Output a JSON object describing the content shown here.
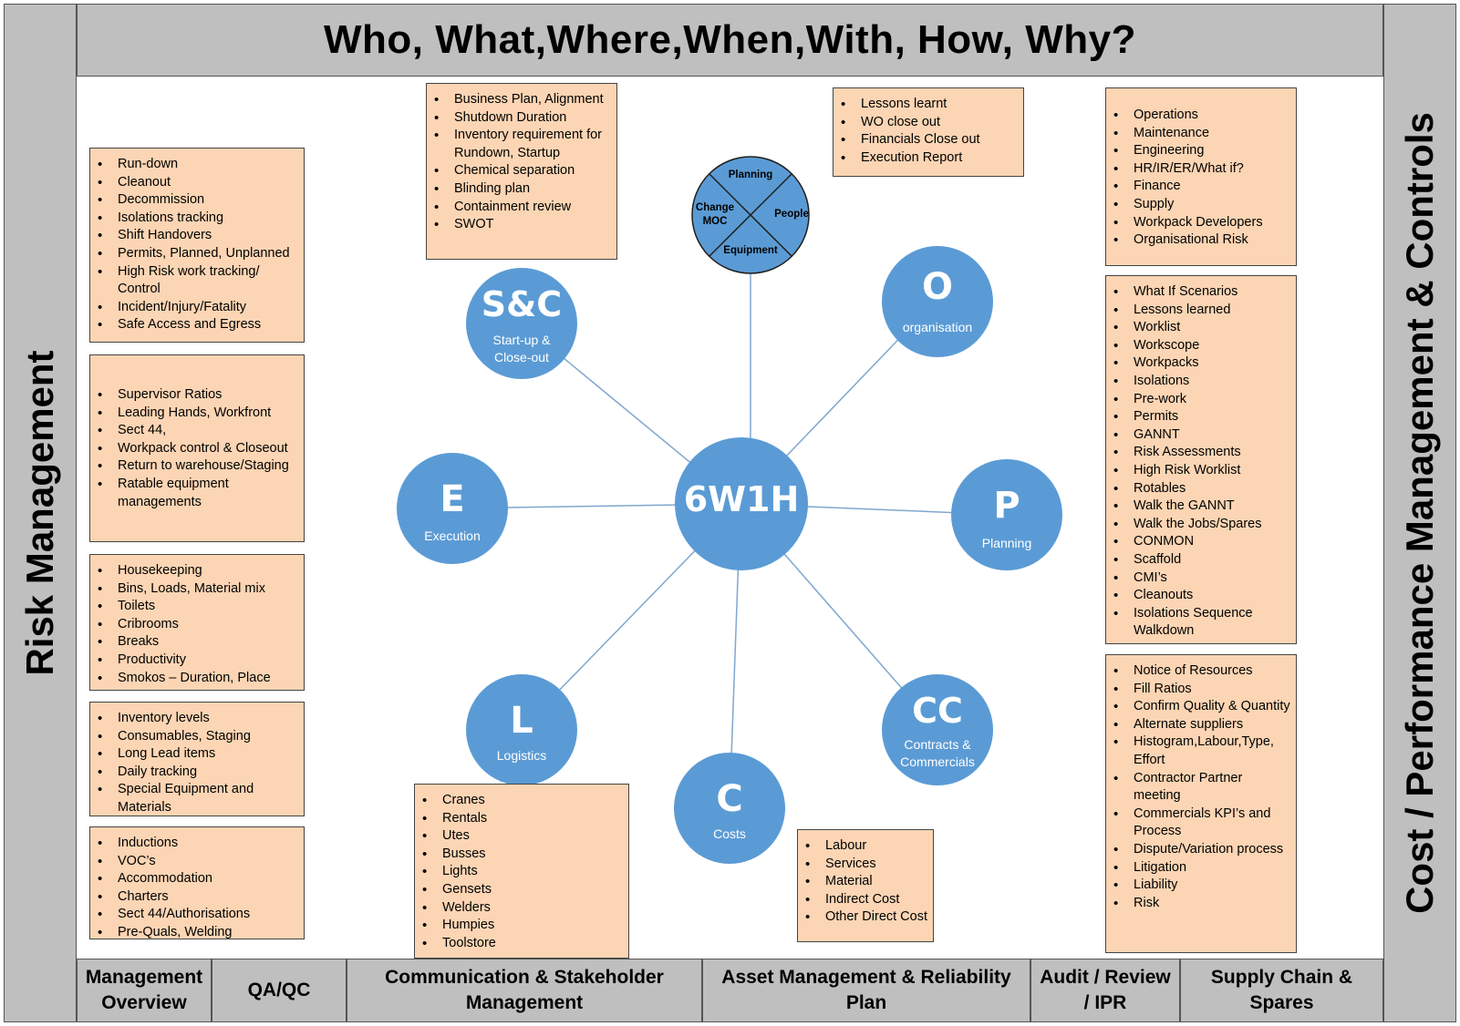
{
  "header": {
    "title": "Who, What,Where,When,With, How, Why?"
  },
  "left_panel": {
    "label": "Risk Management"
  },
  "right_panel": {
    "label": "Cost / Performance Management & Controls"
  },
  "footer": {
    "cells": [
      "Management Overview",
      "QA/QC",
      "Communication & Stakeholder Management",
      "Asset Management & Reliability Plan",
      "Audit / Review / IPR",
      "Supply Chain & Spares"
    ]
  },
  "center": {
    "label": "6W1H"
  },
  "nodes": {
    "sc": {
      "letter": "S&C",
      "sub": "Start-up & Close-out"
    },
    "o": {
      "letter": "O",
      "sub": "organisation"
    },
    "e": {
      "letter": "E",
      "sub": "Execution"
    },
    "p": {
      "letter": "P",
      "sub": "Planning"
    },
    "l": {
      "letter": "L",
      "sub": "Logistics"
    },
    "c": {
      "letter": "C",
      "sub": "Costs"
    },
    "cc": {
      "letter": "CC",
      "sub": "Contracts & Commercials"
    }
  },
  "quad": {
    "top": "Planning",
    "right": "People",
    "bottom": "Equipment",
    "left": "Change MOC"
  },
  "boxes": {
    "left1": [
      "Run-down",
      "Cleanout",
      "Decommission",
      "Isolations tracking",
      "Shift Handovers",
      "Permits, Planned, Unplanned",
      "High Risk work tracking/ Control",
      "Incident/Injury/Fatality",
      "Safe Access and Egress"
    ],
    "left2": [
      "Supervisor Ratios",
      "Leading Hands, Workfront",
      "Sect 44,",
      "Workpack control & Closeout",
      "Return to warehouse/Staging",
      "Ratable equipment managements"
    ],
    "left3": [
      "Housekeeping",
      "Bins, Loads, Material mix",
      "Toilets",
      "Cribrooms",
      "Breaks",
      "Productivity",
      "Smokos – Duration, Place"
    ],
    "left4": [
      "Inventory levels",
      "Consumables, Staging",
      "Long Lead items",
      "Daily tracking",
      "Special Equipment and Materials"
    ],
    "left5": [
      "Inductions",
      "VOC’s",
      "Accommodation",
      "Charters",
      "Sect 44/Authorisations",
      "Pre-Quals, Welding"
    ],
    "topmid": [
      "Business Plan, Alignment",
      "Shutdown Duration",
      "Inventory requirement for Rundown, Startup",
      "Chemical separation",
      "Blinding plan",
      "Containment review",
      "SWOT"
    ],
    "topright": [
      "Lessons learnt",
      "WO close out",
      "Financials Close out",
      "Execution Report"
    ],
    "right1": [
      "Operations",
      "Maintenance",
      "Engineering",
      "HR/IR/ER/What if?",
      "Finance",
      "Supply",
      "Workpack Developers",
      "Organisational Risk"
    ],
    "right2": [
      "What If Scenarios",
      "Lessons learned",
      "Worklist",
      "Workscope",
      "Workpacks",
      "Isolations",
      "Pre-work",
      "Permits",
      "GANNT",
      "Risk Assessments",
      "High Risk Worklist",
      "Rotables",
      "Walk the GANNT",
      "Walk the Jobs/Spares",
      "CONMON",
      "Scaffold",
      "CMI’s",
      "Cleanouts",
      "Isolations Sequence Walkdown"
    ],
    "right3": [
      "Notice of Resources",
      "Fill Ratios",
      "Confirm Quality & Quantity",
      "Alternate suppliers",
      "Histogram,Labour,Type, Effort",
      "Contractor Partner meeting",
      "Commercials KPI’s and Process",
      "Dispute/Variation process",
      "Litigation",
      "Liability",
      "Risk"
    ],
    "bottommid": [
      "Cranes",
      "Rentals",
      "Utes",
      "Busses",
      "Lights",
      "Gensets",
      "Welders",
      "Humpies",
      "Toolstore"
    ],
    "costs": [
      "Labour",
      "Services",
      "Material",
      "Indirect Cost",
      "Other Direct Cost"
    ]
  },
  "colors": {
    "node": "#5b9bd5",
    "box": "#fcd5b4",
    "bar": "#bfbfbf",
    "line": "#7fa7cf"
  }
}
